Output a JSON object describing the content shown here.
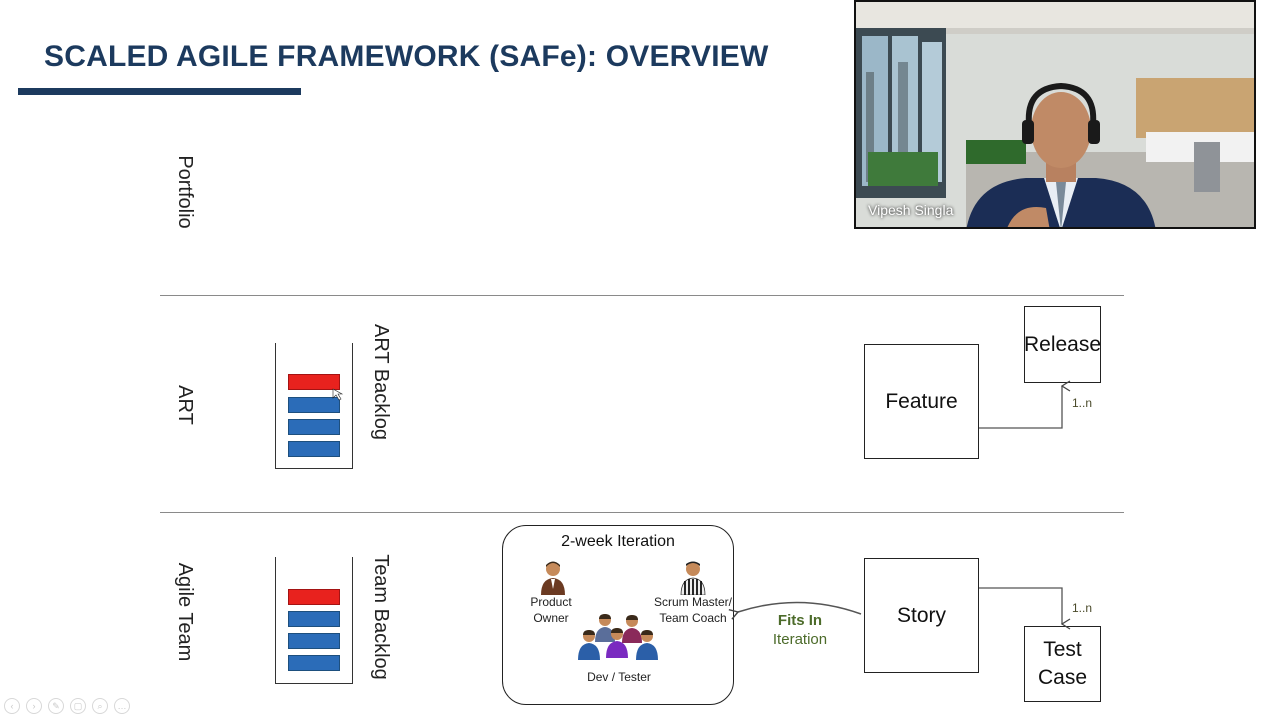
{
  "slide": {
    "title": "SCALED AGILE FRAMEWORK (SAFe): OVERVIEW",
    "colors": {
      "title": "#1c3a5e",
      "red_item": "#e8221e",
      "blue_item": "#2b6cb8",
      "fits_text": "#4c6b2a"
    },
    "lanes": {
      "portfolio": "Portfolio",
      "art": "ART",
      "agile_team": "Agile Team"
    },
    "art_backlog": {
      "label": "ART Backlog",
      "items": [
        "red",
        "blue",
        "blue",
        "blue"
      ]
    },
    "team_backlog": {
      "label": "Team Backlog",
      "items": [
        "red",
        "blue",
        "blue",
        "blue"
      ]
    },
    "feature_box": "Feature",
    "release_box": "Release",
    "story_box": "Story",
    "test_case_box": "Test Case",
    "multiplicity_art": "1..n",
    "multiplicity_team": "1..n",
    "iteration": {
      "title": "2-week Iteration",
      "product_owner": "Product Owner",
      "scrum_master": "Scrum Master/ Team Coach",
      "dev_tester": "Dev / Tester"
    },
    "fits_in": "Fits In",
    "fits_iteration": "Iteration"
  },
  "video": {
    "speaker_name": "Vipesh Singla"
  },
  "controls": [
    "prev-icon",
    "next-icon",
    "pen-icon",
    "copy-icon",
    "zoom-icon",
    "more-icon"
  ]
}
